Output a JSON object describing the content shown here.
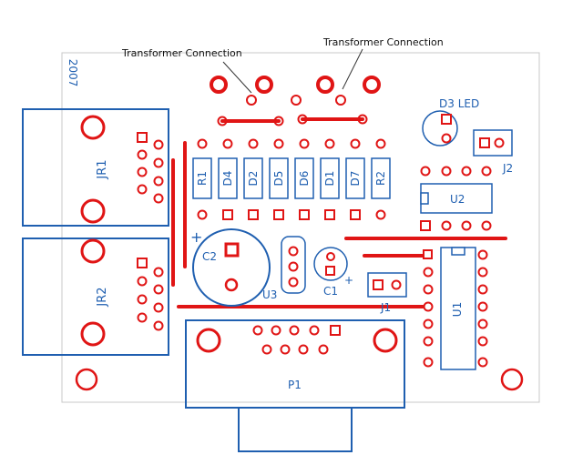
{
  "annotations": {
    "transformer_left": "Transformer Connection",
    "transformer_right": "Transformer Connection"
  },
  "labels": {
    "year": "2007",
    "jr1": "JR1",
    "jr2": "JR2",
    "p1": "P1",
    "r1": "R1",
    "d4": "D4",
    "d2": "D2",
    "d5": "D5",
    "d6": "D6",
    "d1": "D1",
    "d7": "D7",
    "r2": "R2",
    "d3": "D3 LED",
    "j2": "J2",
    "u2": "U2",
    "c2": "C2",
    "u3": "U3",
    "c1": "C1",
    "j1": "J1",
    "u1": "U1",
    "plus_c2": "+",
    "plus_c1": "+"
  },
  "colors": {
    "silkscreen": "#1f5fb0",
    "copper": "#e01515",
    "board_edge": "#c8c8c8"
  }
}
